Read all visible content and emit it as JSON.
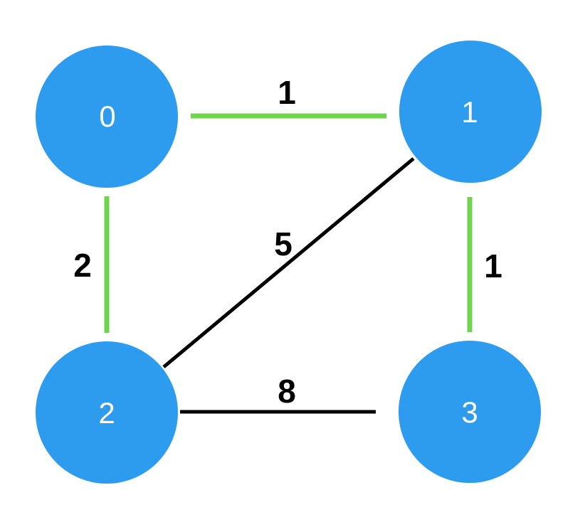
{
  "colors": {
    "background": "#ffffff",
    "node_fill": "#2D9CEE",
    "node_label": "#ffffff",
    "edge_highlight": "#6FD350",
    "edge_default": "#000000",
    "weight_label": "#000000"
  },
  "graph": {
    "type": "undirected-weighted-graph",
    "nodes": [
      {
        "id": "0",
        "label": "0"
      },
      {
        "id": "1",
        "label": "1"
      },
      {
        "id": "2",
        "label": "2"
      },
      {
        "id": "3",
        "label": "3"
      }
    ],
    "edges": [
      {
        "from": "0",
        "to": "1",
        "weight": "1",
        "highlighted": true
      },
      {
        "from": "0",
        "to": "2",
        "weight": "2",
        "highlighted": true
      },
      {
        "from": "1",
        "to": "3",
        "weight": "1",
        "highlighted": true
      },
      {
        "from": "1",
        "to": "2",
        "weight": "5",
        "highlighted": false
      },
      {
        "from": "2",
        "to": "3",
        "weight": "8",
        "highlighted": false
      }
    ]
  }
}
